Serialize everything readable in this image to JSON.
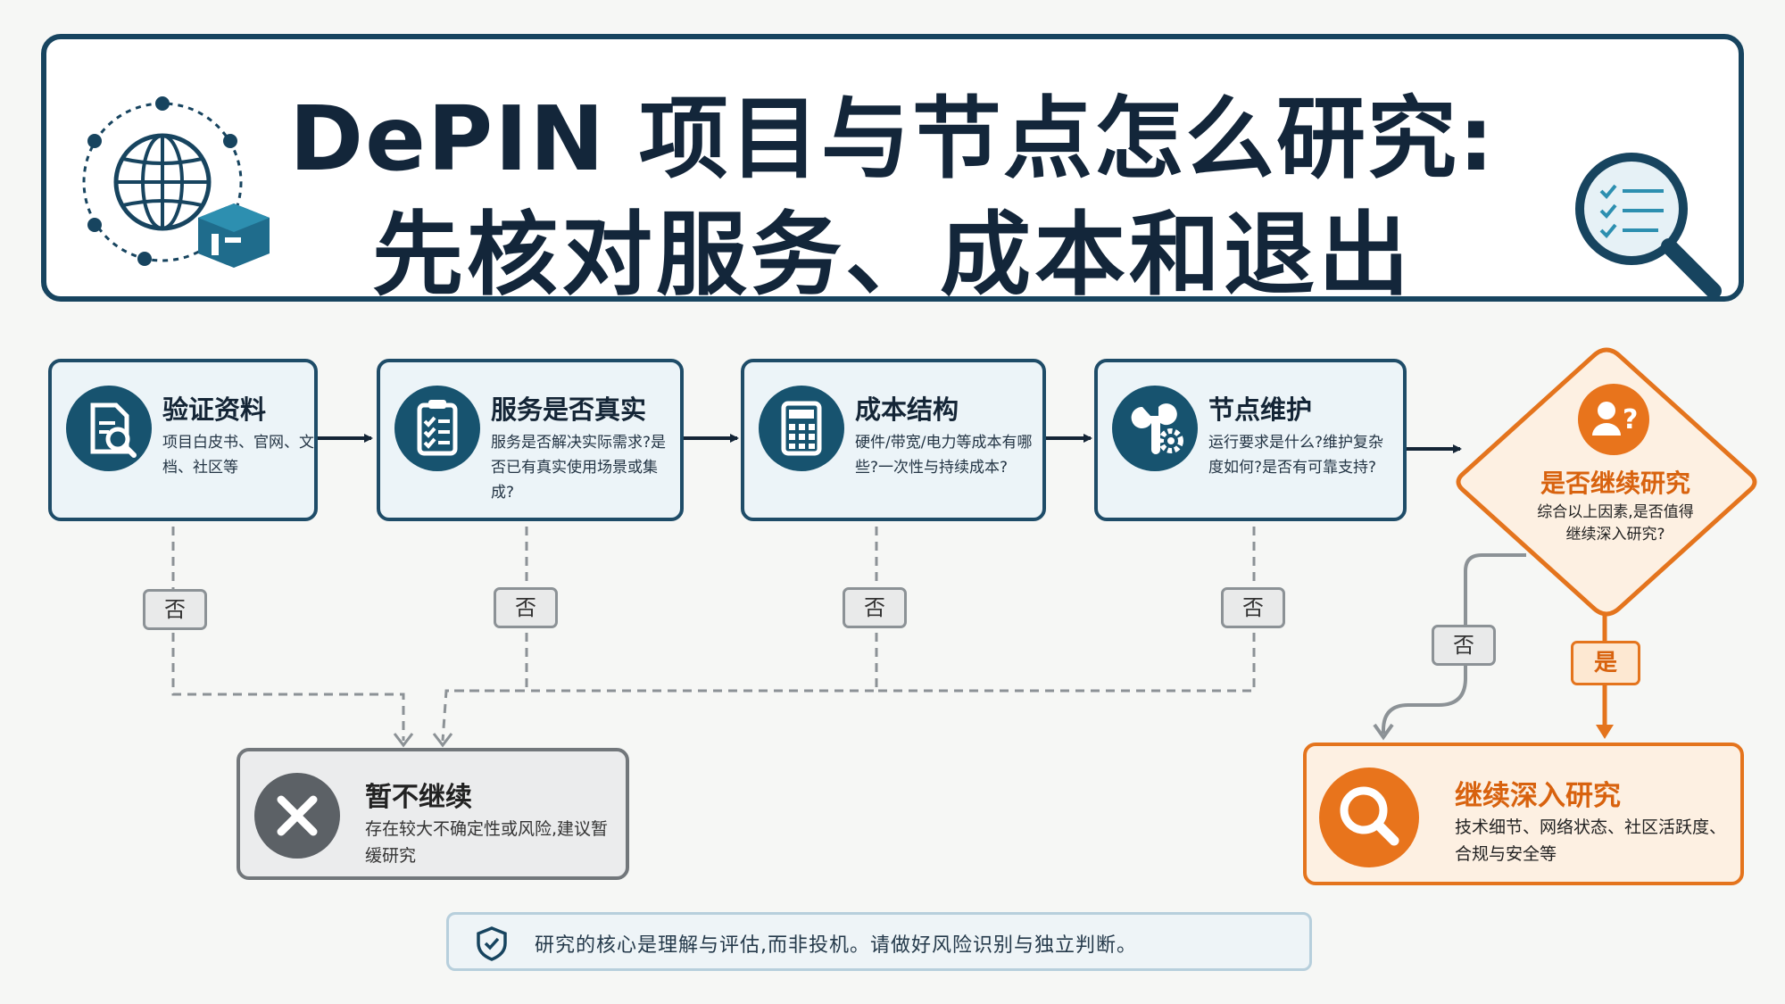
{
  "header": {
    "title_line1": "DePIN 项目与节点怎么研究:",
    "title_line2": "先核对服务、成本和退出",
    "left_icon": "globe-network-icon",
    "right_icon": "checklist-magnifier-icon"
  },
  "steps": [
    {
      "title": "验证资料",
      "desc": "项目白皮书、官网、文档、社区等",
      "icon": "document-search-icon"
    },
    {
      "title": "服务是否真实",
      "desc": "服务是否解决实际需求?是否已有真实使用场景或集成?",
      "icon": "clipboard-checklist-icon"
    },
    {
      "title": "成本结构",
      "desc": "硬件/带宽/电力等成本有哪些?一次性与持续成本?",
      "icon": "calculator-icon"
    },
    {
      "title": "节点维护",
      "desc": "运行要求是什么?维护复杂度如何?是否有可靠支持?",
      "icon": "wrench-gear-icon"
    }
  ],
  "decision": {
    "title": "是否继续研究",
    "desc": "综合以上因素,是否值得继续深入研究?",
    "icon": "user-question-icon"
  },
  "labels": {
    "no": "否",
    "yes": "是"
  },
  "stop": {
    "title": "暂不继续",
    "desc": "存在较大不确定性或风险,建议暂缓研究",
    "icon": "close-x-icon"
  },
  "go": {
    "title": "继续深入研究",
    "desc": "技术细节、网络状态、社区活跃度、合规与安全等",
    "icon": "magnifier-icon"
  },
  "footer": {
    "text": "研究的核心是理解与评估,而非投机。请做好风险识别与独立判断。",
    "icon": "shield-check-icon"
  },
  "colors": {
    "navy": "#17445f",
    "orange": "#e4741d",
    "gray": "#8c9296"
  }
}
